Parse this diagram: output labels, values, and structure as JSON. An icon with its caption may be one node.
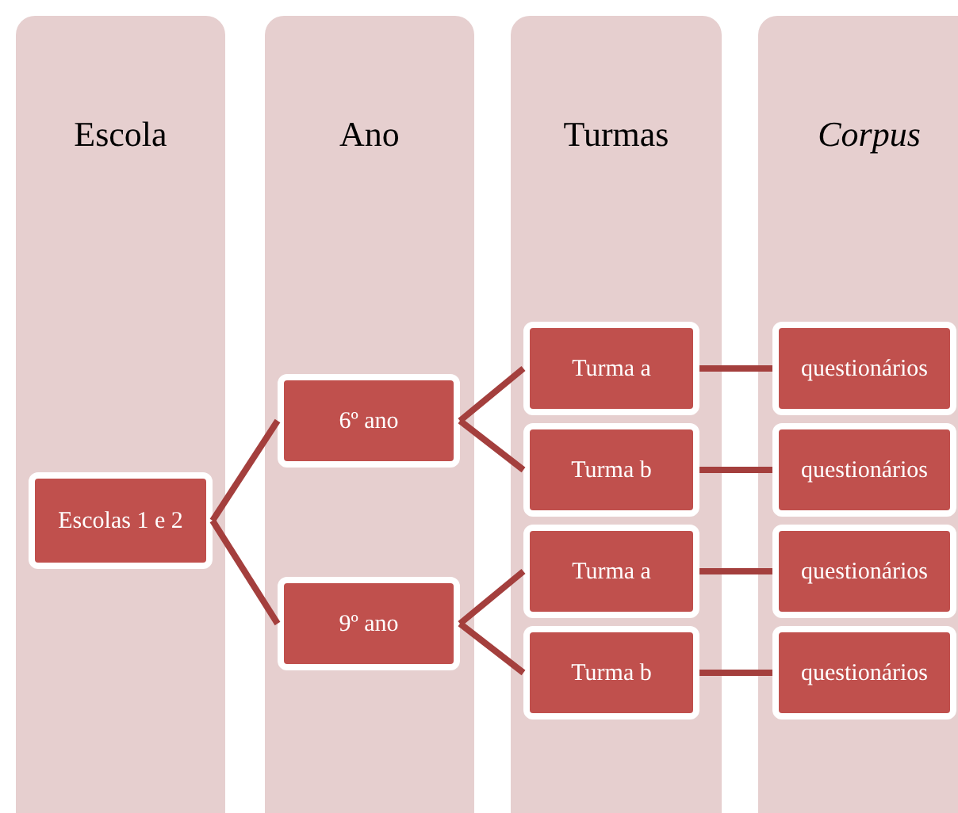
{
  "diagram": {
    "nodes": [
      {
        "text": [
          "Escola"
        ]
      },
      {
        "text": [
          "Escolas 1 e 2"
        ],
        "in": 0
      },
      {
        "text": [
          "Ano"
        ]
      },
      {
        "text": [
          "6º ano"
        ],
        "in": 2
      },
      {
        "text": [
          "9º ano"
        ],
        "in": 2
      },
      {
        "text": [
          "Turmas"
        ]
      },
      {
        "text": [
          "Turma a"
        ],
        "in": 5
      },
      {
        "text": [
          "Turma b"
        ],
        "in": 5
      },
      {
        "text": [
          "Turma a"
        ],
        "in": 5
      },
      {
        "text": [
          "Turma b"
        ],
        "in": 5
      },
      {
        "text": [
          "Corpus"
        ]
      },
      {
        "text": [
          "questionários"
        ],
        "in": 10
      },
      {
        "text": [
          "questionários"
        ],
        "in": 10
      },
      {
        "text": [
          "questionários"
        ],
        "in": 10
      },
      {
        "text": [
          "questionários"
        ],
        "in": 10
      }
    ],
    "edges": [
      {
        "from": 1,
        "to": 3,
        "arrow": "none"
      },
      {
        "from": 1,
        "to": 4,
        "arrow": "none"
      },
      {
        "from": 3,
        "to": 6,
        "arrow": "none"
      },
      {
        "from": 3,
        "to": 7,
        "arrow": "none"
      },
      {
        "from": 4,
        "to": 8,
        "arrow": "none"
      },
      {
        "from": 4,
        "to": 9,
        "arrow": "none"
      },
      {
        "from": 6,
        "to": 11,
        "arrow": "none"
      },
      {
        "from": 7,
        "to": 12,
        "arrow": "none"
      },
      {
        "from": 8,
        "to": 13,
        "arrow": "none"
      },
      {
        "from": 9,
        "to": 14,
        "arrow": "none"
      }
    ]
  }
}
